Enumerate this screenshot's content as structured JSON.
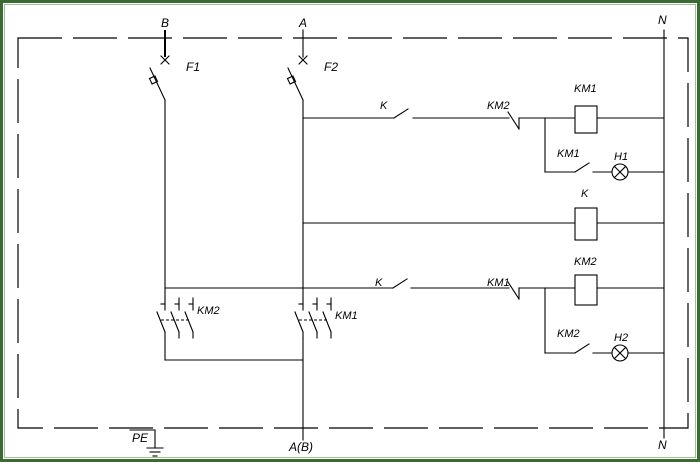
{
  "terminals": {
    "b": "B",
    "a": "A",
    "n_top": "N",
    "n_bottom": "N",
    "pe": "PE",
    "ab": "A(B)"
  },
  "breakers": {
    "f1": "F1",
    "f2": "F2"
  },
  "rung1": {
    "k_contact": "K",
    "km2_contact": "KM2",
    "km1_coil": "KM1",
    "km1_aux_contact": "KM1",
    "h1_lamp": "H1"
  },
  "rung2": {
    "k_coil": "K"
  },
  "rung3": {
    "k_contact": "K",
    "km1_contact": "KM1",
    "km2_coil": "KM2",
    "km2_aux_contact": "KM2",
    "h2_lamp": "H2"
  },
  "power_contacts": {
    "km2_group": "KM2",
    "km1_group": "KM1"
  },
  "colors": {
    "frame": "#3b6a33",
    "line": "#000000",
    "background": "#ffffff"
  }
}
